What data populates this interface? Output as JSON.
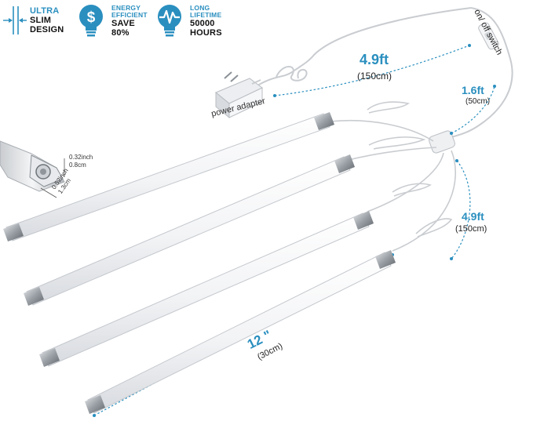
{
  "features": [
    {
      "icon": "ultra-slim-icon",
      "line1": "ULTRA",
      "line2": "SLIM",
      "line3": "DESIGN"
    },
    {
      "icon": "dollar-bulb-icon",
      "line1": "ENERGY",
      "line2": "EFFICIENT",
      "line3": "SAVE",
      "line4": "80%"
    },
    {
      "icon": "pulse-bulb-icon",
      "line1": "LONG",
      "line2": "LIFETIME",
      "line3": "50000",
      "line4": "HOURS"
    }
  ],
  "dimensions": {
    "adapter_cable_length": "4.9ft",
    "adapter_cable_length_metric": "(150cm)",
    "switch_cable_length": "1.6ft",
    "switch_cable_length_metric": "(50cm)",
    "connector_cable_length": "4.9ft",
    "connector_cable_length_metric": "(150cm)",
    "bar_length": "12 \"",
    "bar_length_metric": "(30cm)",
    "profile_height": "0.32inch",
    "profile_height_metric": "0.8cm",
    "profile_width": "0.52inch",
    "profile_width_metric": "1.3cm"
  },
  "labels": {
    "power_adapter": "power adapter",
    "switch": "on/ off switch"
  },
  "colors": {
    "accent": "#2a8fbf",
    "bar": "#f4f5f7",
    "metal": "#9aa0a6"
  }
}
